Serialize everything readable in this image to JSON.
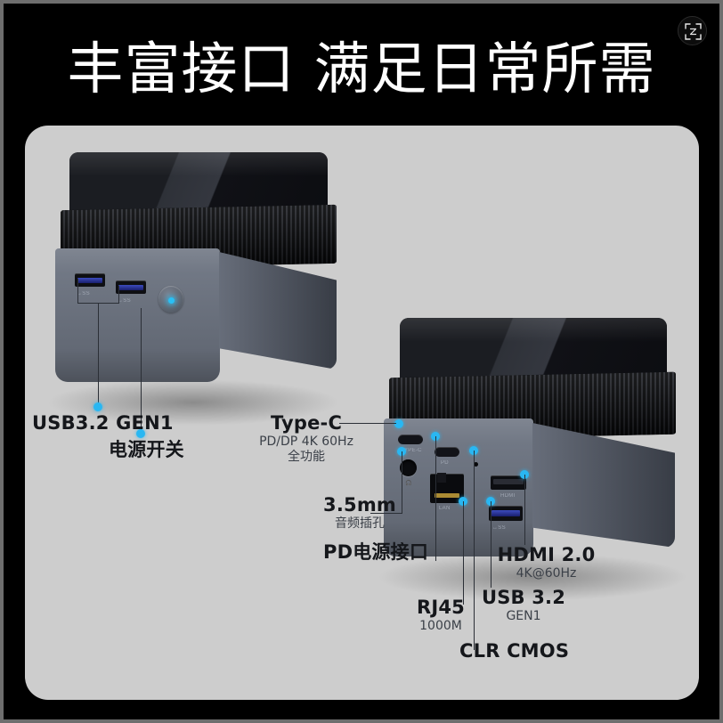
{
  "header": {
    "title": "丰富接口 满足日常所需",
    "scan_icon": "scan-frame-icon",
    "background_color": "#000000",
    "title_color": "#ffffff"
  },
  "stage": {
    "background_color": "#cdcdcd",
    "accent_color": "#29b7f2",
    "label_color": "#15171b",
    "sub_label_color": "#3b4048"
  },
  "devices": [
    {
      "name": "front-view-mini-pc",
      "ports": [
        "usb-a-left",
        "usb-a-right",
        "power-button"
      ],
      "port_glyph": "SS"
    },
    {
      "name": "rear-view-mini-pc",
      "ports": [
        "type-c",
        "audio-jack",
        "pd-type-c",
        "rj45",
        "clr-cmos",
        "hdmi",
        "usb-a"
      ],
      "port_glyph": "SS"
    }
  ],
  "callouts": [
    {
      "id": "usb32gen1",
      "title": "USB3.2 GEN1",
      "sub": ""
    },
    {
      "id": "powerswitch",
      "title": "电源开关",
      "sub": ""
    },
    {
      "id": "typec",
      "title": "Type-C",
      "sub": "PD/DP 4K 60Hz",
      "sub2": "全功能"
    },
    {
      "id": "audio",
      "title": "3.5mm",
      "sub": "音频插孔"
    },
    {
      "id": "pdpower",
      "title": "PD电源接口",
      "sub": ""
    },
    {
      "id": "rj45",
      "title": "RJ45",
      "sub": "1000M"
    },
    {
      "id": "clrcmos",
      "title": "CLR CMOS",
      "sub": ""
    },
    {
      "id": "hdmi",
      "title": "HDMI 2.0",
      "sub": "4K@60Hz"
    },
    {
      "id": "usb32",
      "title": "USB 3.2",
      "sub": "GEN1"
    }
  ]
}
